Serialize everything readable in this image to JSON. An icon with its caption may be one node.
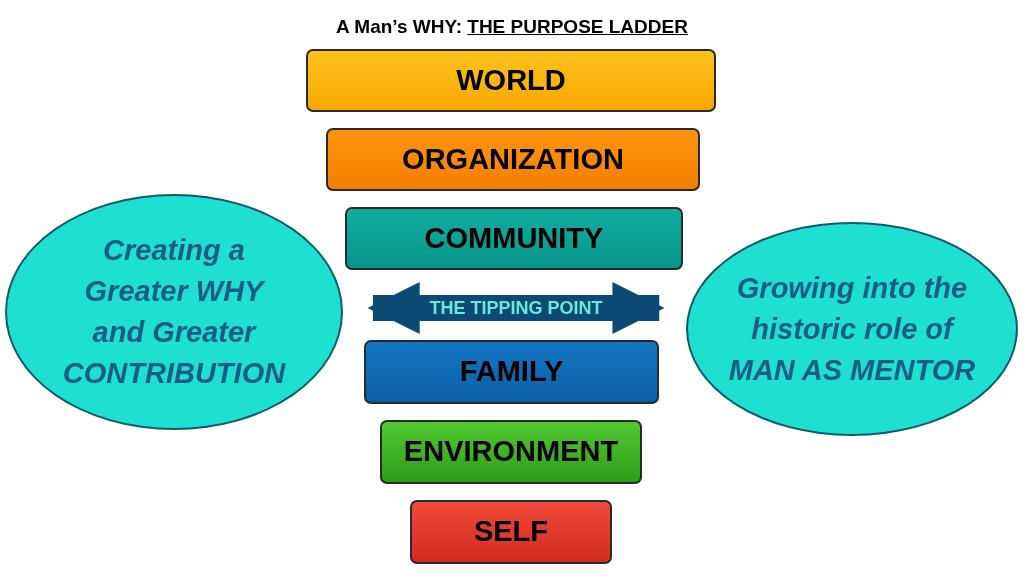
{
  "diagram": {
    "title": "A Man’s WHY: THE PURPOSE LADDER",
    "nodes": [
      {
        "text": [
          "WORLD"
        ]
      },
      {
        "text": [
          "ORGANIZATION"
        ]
      },
      {
        "text": [
          "COMMUNITY"
        ]
      },
      {
        "text": [
          "Creating a Greater WHY and Greater CONTRIBUTION"
        ]
      },
      {
        "text": [
          "Growing into the historic role of MAN AS MENTOR"
        ]
      },
      {
        "text": [
          "FAMILY"
        ]
      },
      {
        "text": [
          "ENVIRONMENT"
        ]
      },
      {
        "text": [
          "SELF"
        ]
      }
    ],
    "edges": [
      {
        "from": 3,
        "to": 4,
        "arrow": "both",
        "label": "THE TIPPING POINT"
      }
    ]
  }
}
